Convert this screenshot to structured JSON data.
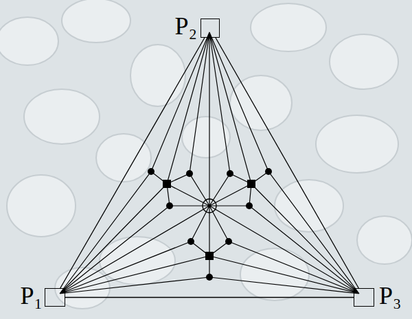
{
  "diagram": {
    "nodes": [
      {
        "text": [
          "P₂"
        ]
      },
      {
        "text": [
          "P₁"
        ]
      },
      {
        "text": [
          "P₃"
        ]
      }
    ],
    "edges": [
      {
        "from": 1,
        "to": 0,
        "arrow": "none"
      },
      {
        "from": 0,
        "to": 2,
        "arrow": "none"
      },
      {
        "from": 1,
        "to": 2,
        "arrow": "none"
      }
    ]
  }
}
